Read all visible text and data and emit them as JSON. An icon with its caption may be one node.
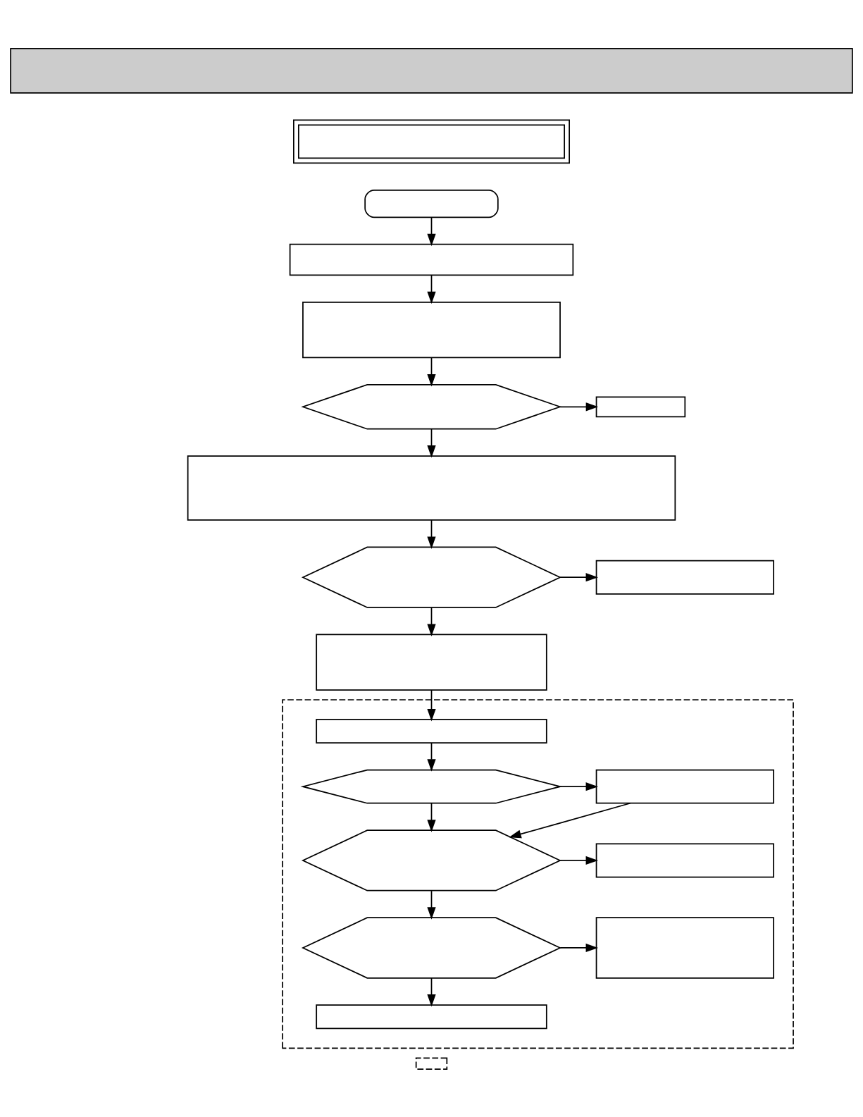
{
  "diagram": {
    "nodes": [
      {
        "text": [],
        "shape": "bar"
      },
      {
        "text": [],
        "shape": "box"
      },
      {
        "text": [],
        "shape": "oval"
      },
      {
        "text": [],
        "shape": "box"
      },
      {
        "text": [],
        "shape": "box"
      },
      {
        "text": [],
        "shape": "hexagon"
      },
      {
        "text": [],
        "shape": "box"
      },
      {
        "text": [],
        "shape": "box"
      },
      {
        "text": [],
        "shape": "hexagon"
      },
      {
        "text": [],
        "shape": "box"
      },
      {
        "text": [],
        "shape": "box"
      },
      {
        "text": [],
        "shape": "box"
      },
      {
        "text": [],
        "shape": "box",
        "in": 11
      },
      {
        "text": [],
        "shape": "hexagon",
        "in": 11
      },
      {
        "text": [],
        "shape": "box",
        "in": 11
      },
      {
        "text": [],
        "shape": "hexagon",
        "in": 11
      },
      {
        "text": [],
        "shape": "box",
        "in": 11
      },
      {
        "text": [],
        "shape": "hexagon",
        "in": 11
      },
      {
        "text": [],
        "shape": "box",
        "in": 11
      },
      {
        "text": [],
        "shape": "box",
        "in": 11
      },
      {
        "text": [],
        "shape": "box"
      }
    ],
    "edges": [
      {
        "from": 2,
        "to": 3,
        "arrow": "to"
      },
      {
        "from": 3,
        "to": 4,
        "arrow": "to"
      },
      {
        "from": 4,
        "to": 5,
        "arrow": "to"
      },
      {
        "from": 5,
        "to": 6,
        "arrow": "to"
      },
      {
        "from": 5,
        "to": 7,
        "arrow": "to"
      },
      {
        "from": 7,
        "to": 8,
        "arrow": "to"
      },
      {
        "from": 8,
        "to": 9,
        "arrow": "to"
      },
      {
        "from": 8,
        "to": 10,
        "arrow": "to"
      },
      {
        "from": 10,
        "to": 12,
        "arrow": "to"
      },
      {
        "from": 12,
        "to": 13,
        "arrow": "to"
      },
      {
        "from": 13,
        "to": 14,
        "arrow": "to"
      },
      {
        "from": 13,
        "to": 15,
        "arrow": "to"
      },
      {
        "from": 14,
        "to": 15,
        "arrow": "to"
      },
      {
        "from": 15,
        "to": 16,
        "arrow": "to"
      },
      {
        "from": 15,
        "to": 17,
        "arrow": "to"
      },
      {
        "from": 17,
        "to": 18,
        "arrow": "to"
      },
      {
        "from": 17,
        "to": 19,
        "arrow": "to"
      }
    ]
  }
}
